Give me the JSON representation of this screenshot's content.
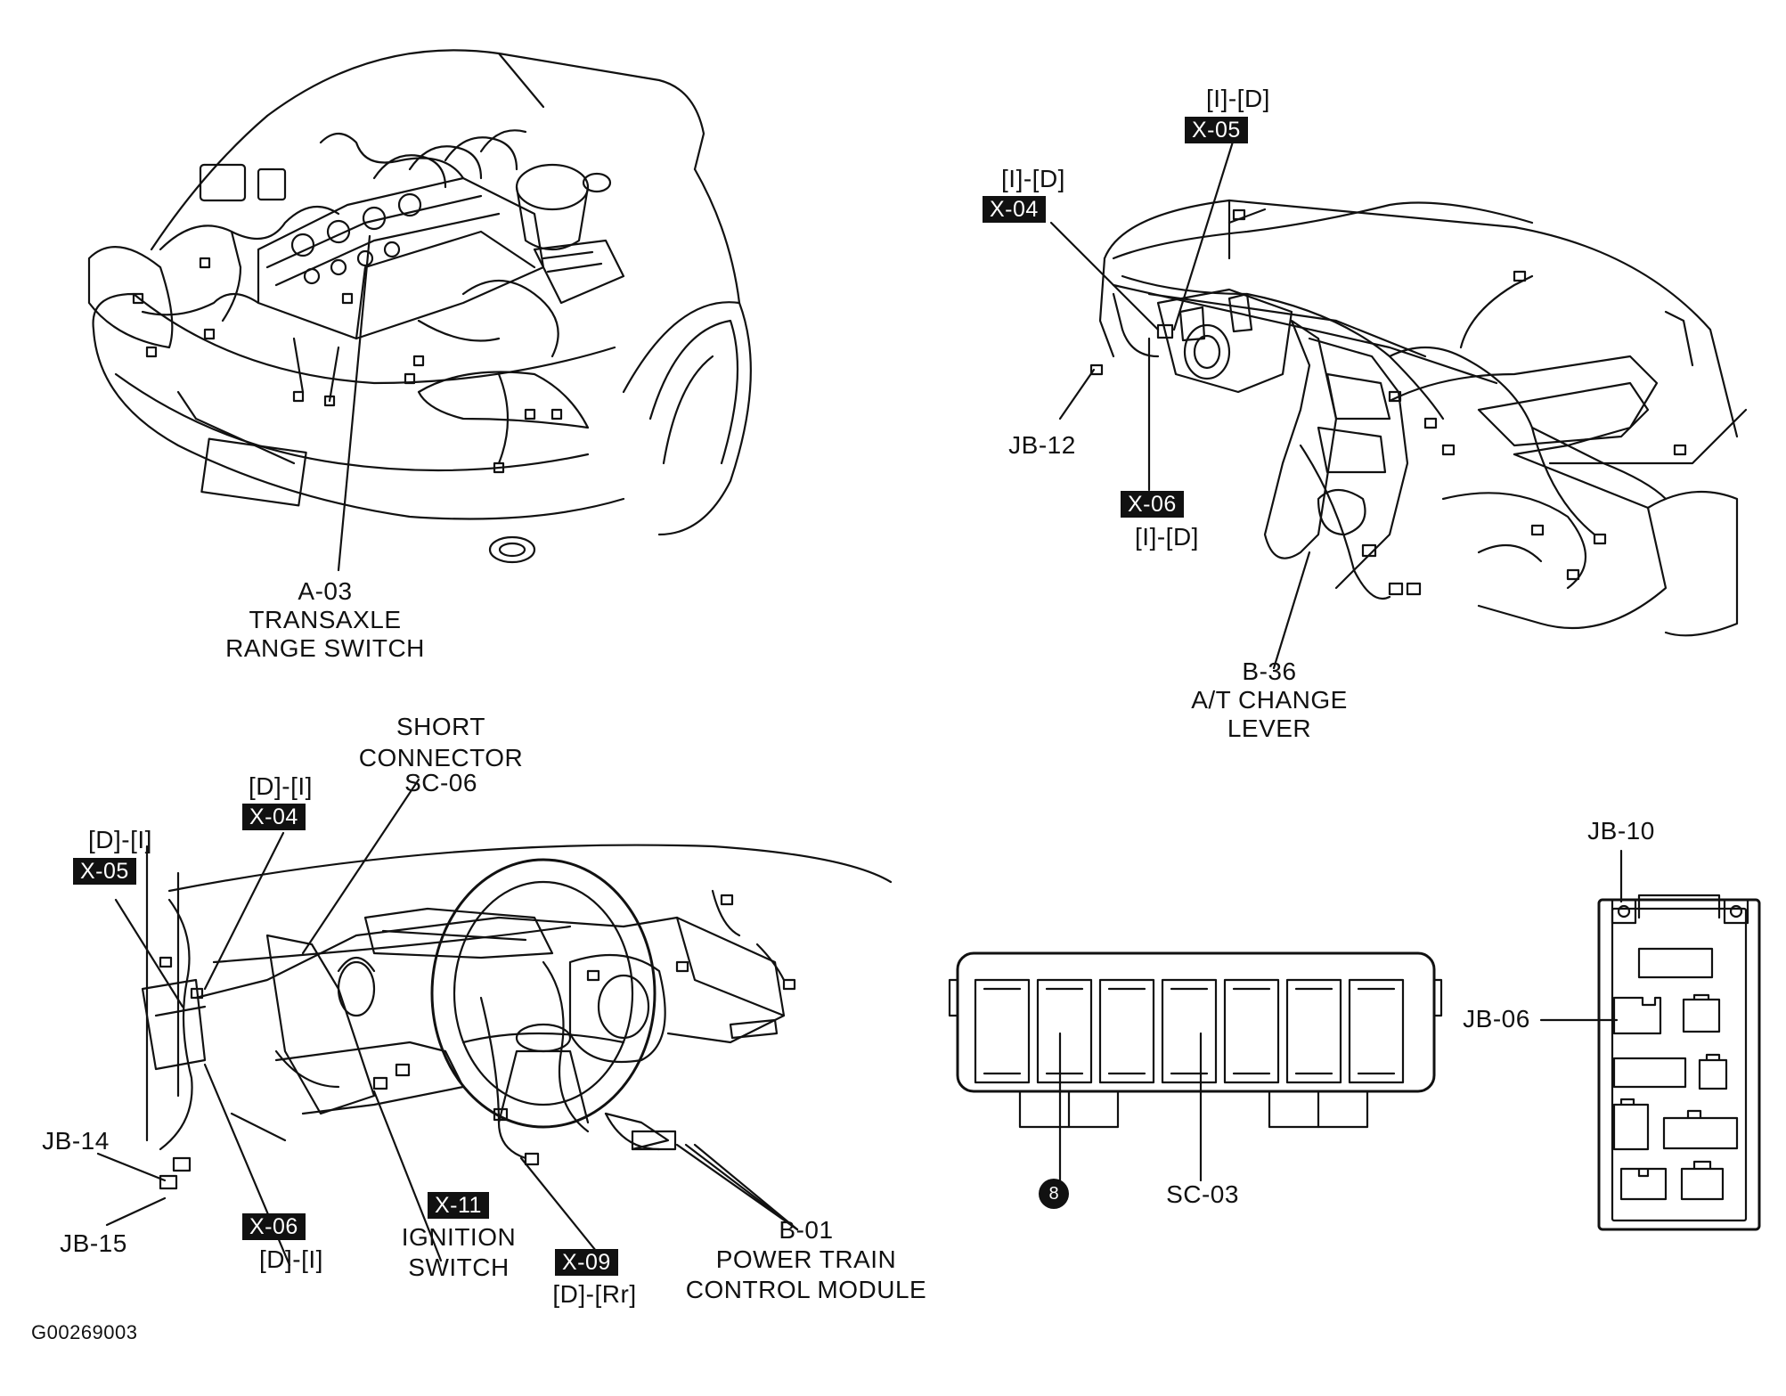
{
  "figure_id": "G00269003",
  "engine_view": {
    "part_code": "A-03",
    "part_line1": "TRANSAXLE",
    "part_line2": "RANGE SWITCH"
  },
  "dash_view": {
    "x04_side": "[I]-[D]",
    "x04_code": "X-04",
    "x05_side": "[I]-[D]",
    "x05_code": "X-05",
    "x06_code": "X-06",
    "x06_side": "[I]-[D]",
    "jb12": "JB-12",
    "b36_code": "B-36",
    "b36_line1": "A/T CHANGE",
    "b36_line2": "LEVER"
  },
  "steering_view": {
    "short_line1": "SHORT",
    "short_line2": "CONNECTOR",
    "short_line3": "SC-06",
    "x04_side": "[D]-[I]",
    "x04_code": "X-04",
    "x05_side": "[D]-[I]",
    "x05_code": "X-05",
    "jb14": "JB-14",
    "jb15": "JB-15",
    "x06_code": "X-06",
    "x06_side": "[D]-[I]",
    "x11_code": "X-11",
    "x11_line1": "IGNITION",
    "x11_line2": "SWITCH",
    "x09_code": "X-09",
    "x09_side": "[D]-[Rr]",
    "b01_code": "B-01",
    "b01_line1": "POWER TRAIN",
    "b01_line2": "CONTROL MODULE"
  },
  "connector_view": {
    "pin_number": "8",
    "sc03": "SC-03"
  },
  "junction_view": {
    "jb10": "JB-10",
    "jb06": "JB-06"
  }
}
